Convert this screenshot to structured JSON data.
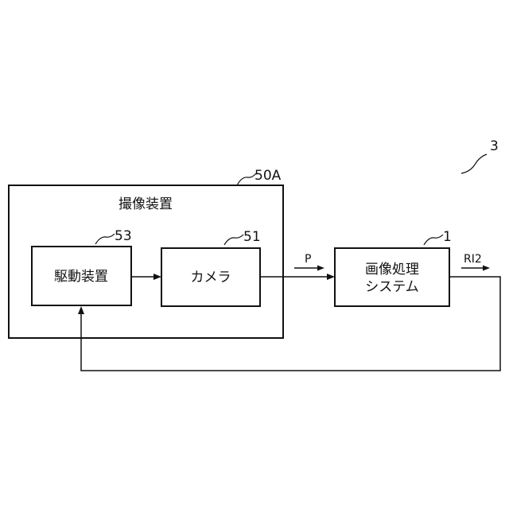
{
  "figure": {
    "ref": "3"
  },
  "blocks": {
    "imaging_device": {
      "label": "撮像装置",
      "ref": "50A"
    },
    "drive_device": {
      "label": "駆動装置",
      "ref": "53"
    },
    "camera": {
      "label": "カメラ",
      "ref": "51"
    },
    "image_processing_system": {
      "label_line1": "画像処理",
      "label_line2": "システム",
      "ref": "1"
    }
  },
  "signals": {
    "camera_to_system": "P",
    "system_output": "RI2"
  }
}
